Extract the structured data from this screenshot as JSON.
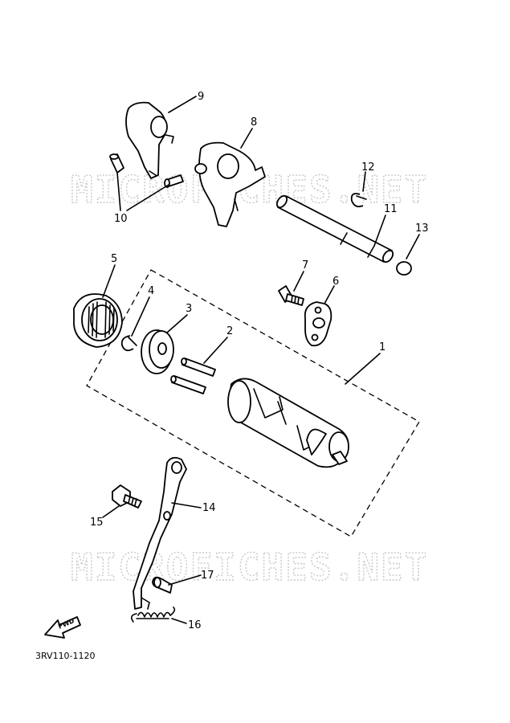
{
  "watermark": "MICROFICHES.NET",
  "part_code": "3RV110-1120",
  "fwd_label": "FWD",
  "labels": {
    "p1": "1",
    "p2": "2",
    "p3": "3",
    "p4": "4",
    "p5": "5",
    "p6": "6",
    "p7": "7",
    "p8": "8",
    "p9": "9",
    "p10": "10",
    "p11": "11",
    "p12": "12",
    "p13": "13",
    "p14": "14",
    "p15": "15",
    "p16": "16",
    "p17": "17"
  }
}
